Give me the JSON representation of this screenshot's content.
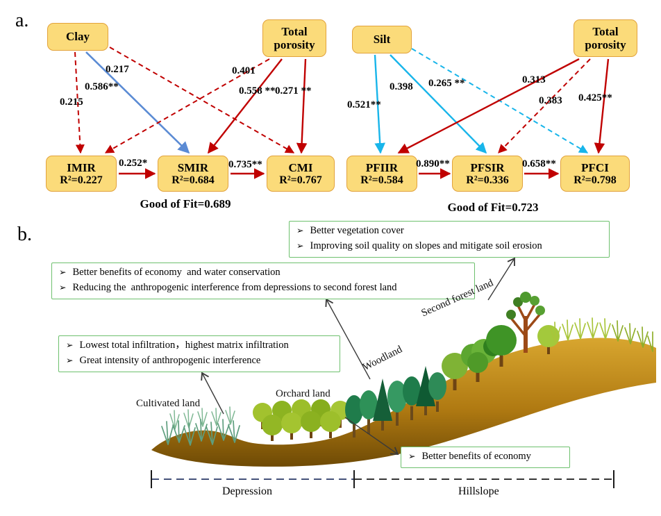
{
  "figure": {
    "panel_a_label": "a.",
    "panel_b_label": "b."
  },
  "colors": {
    "node_fill": "#FBDB7A",
    "node_border": "#E2A23B",
    "red_path": "#C00000",
    "blue_path": "#5B8BD4",
    "cyan_path": "#18B5EA",
    "callout_border": "#6DC06D"
  },
  "sem_left": {
    "nodes": {
      "clay": {
        "label": "Clay"
      },
      "porosity": {
        "line1": "Total",
        "line2": "porosity"
      },
      "imir": {
        "line1": "IMIR",
        "line2": "R²=0.227"
      },
      "smir": {
        "line1": "SMIR",
        "line2": "R²=0.684"
      },
      "cmi": {
        "line1": "CMI",
        "line2": "R²=0.767"
      }
    },
    "paths": [
      {
        "from": "Clay",
        "to": "CMI",
        "coef": "0.217",
        "style": "dashed-red"
      },
      {
        "from": "Clay",
        "to": "SMIR",
        "coef": "0.586**",
        "style": "solid-blue"
      },
      {
        "from": "Clay",
        "to": "IMIR",
        "coef": "0.215",
        "style": "dashed-red"
      },
      {
        "from": "Total porosity",
        "to": "IMIR",
        "coef": "0.401",
        "style": "dashed-red"
      },
      {
        "from": "Total porosity",
        "to": "SMIR",
        "coef": "0.558 **",
        "style": "solid-red"
      },
      {
        "from": "Total porosity",
        "to": "CMI",
        "coef": "0.271 **",
        "style": "solid-red"
      },
      {
        "from": "IMIR",
        "to": "SMIR",
        "coef": "0.252*",
        "style": "solid-red"
      },
      {
        "from": "SMIR",
        "to": "CMI",
        "coef": "0.735**",
        "style": "solid-red"
      }
    ],
    "goodness_of_fit": "Good of Fit=0.689"
  },
  "sem_right": {
    "nodes": {
      "silt": {
        "label": "Silt"
      },
      "porosity": {
        "line1": "Total",
        "line2": "porosity"
      },
      "pfiir": {
        "line1": "PFIIR",
        "line2": "R²=0.584"
      },
      "pfsir": {
        "line1": "PFSIR",
        "line2": "R²=0.336"
      },
      "pfci": {
        "line1": "PFCI",
        "line2": "R²=0.798"
      }
    },
    "paths": [
      {
        "from": "Silt",
        "to": "PFSIR",
        "coef": "0.398",
        "style": "solid-cyan"
      },
      {
        "from": "Total porosity",
        "to": "PFIIR",
        "coef": "0.265 **",
        "style": "solid-red"
      },
      {
        "from": "Total porosity",
        "to": "PFSIR",
        "coef": "0.313",
        "style": "dashed-red"
      },
      {
        "from": "Silt",
        "to": "PFIIR",
        "coef": "0.521**",
        "style": "solid-cyan"
      },
      {
        "from": "Silt",
        "to": "PFCI",
        "coef": "0.383",
        "style": "dashed-cyan"
      },
      {
        "from": "Total porosity",
        "to": "PFCI",
        "coef": "0.425**",
        "style": "solid-red"
      },
      {
        "from": "PFIIR",
        "to": "PFSIR",
        "coef": "0.890**",
        "style": "solid-red"
      },
      {
        "from": "PFSIR",
        "to": "PFCI",
        "coef": "0.658**",
        "style": "solid-red"
      }
    ],
    "goodness_of_fit": "Good of Fit=0.723"
  },
  "callouts": {
    "bullet": "➢",
    "vegetation": {
      "lines": [
        "Better vegetation cover",
        "Improving soil quality on slopes and mitigate soil erosion"
      ]
    },
    "economy_water": {
      "lines": [
        "Better benefits of economy  and water conservation",
        "Reducing the  anthropogenic interference from depressions to second forest land"
      ]
    },
    "infiltration": {
      "lines": [
        "Lowest total infiltration，highest matrix infiltration",
        "Great intensity of anthropogenic interference"
      ]
    },
    "economy": {
      "lines": [
        "Better benefits of economy"
      ]
    }
  },
  "landscape": {
    "land_labels": {
      "cultivated": "Cultivated land",
      "orchard": "Orchard land",
      "woodland": "Woodland",
      "second_forest": "Second forest land"
    },
    "zones": {
      "depression": "Depression",
      "hillslope": "Hillslope"
    }
  }
}
